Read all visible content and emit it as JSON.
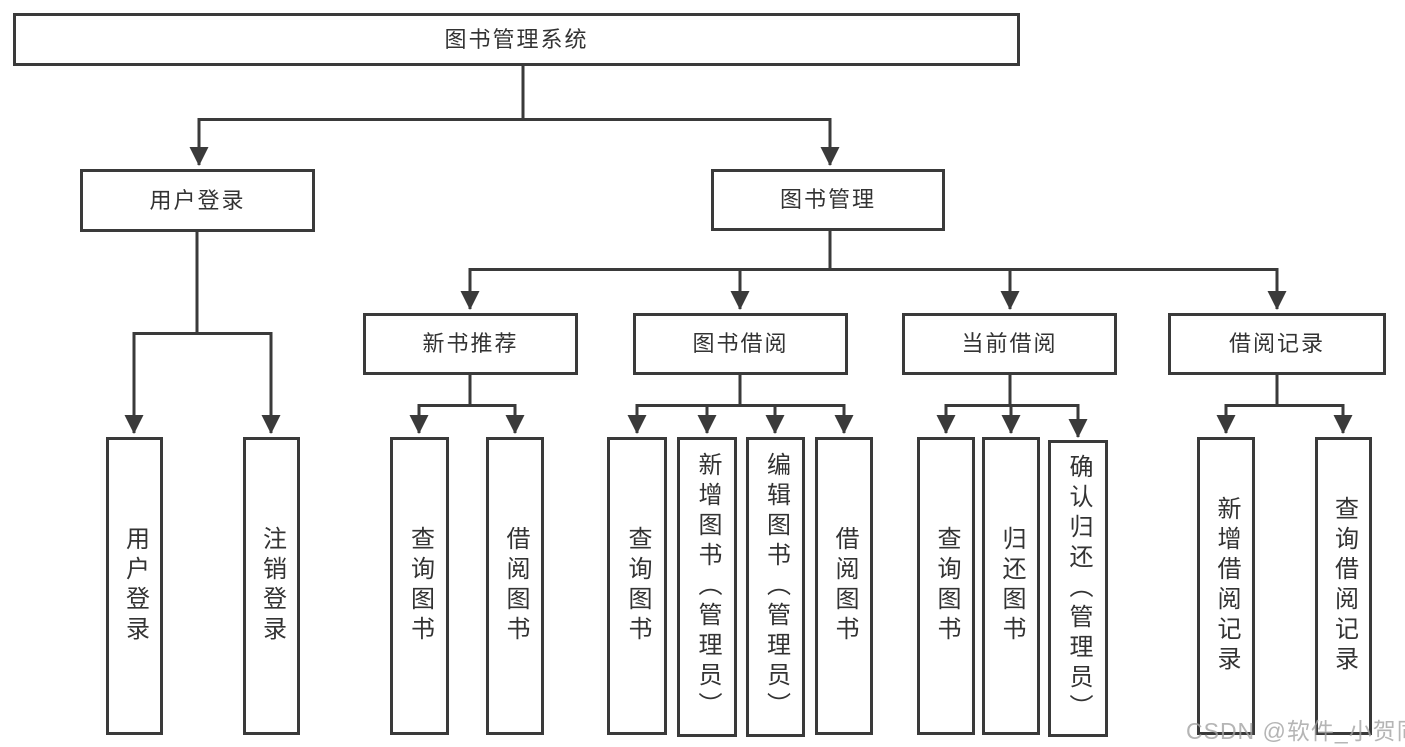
{
  "diagram_title": "图书管理系统",
  "tree": {
    "label": "图书管理系统",
    "children": [
      {
        "label": "用户登录",
        "children": [
          {
            "label": "用户登录"
          },
          {
            "label": "注销登录"
          }
        ]
      },
      {
        "label": "图书管理",
        "children": [
          {
            "label": "新书推荐",
            "children": [
              {
                "label": "查询图书"
              },
              {
                "label": "借阅图书"
              }
            ]
          },
          {
            "label": "图书借阅",
            "children": [
              {
                "label": "查询图书"
              },
              {
                "label": "新增图书（管理员）"
              },
              {
                "label": "编辑图书（管理员）"
              },
              {
                "label": "借阅图书"
              }
            ]
          },
          {
            "label": "当前借阅",
            "children": [
              {
                "label": "查询图书"
              },
              {
                "label": "归还图书"
              },
              {
                "label": "确认归还（管理员）"
              }
            ]
          },
          {
            "label": "借阅记录",
            "children": [
              {
                "label": "新增借阅记录"
              },
              {
                "label": "查询借阅记录"
              }
            ]
          }
        ]
      }
    ]
  },
  "watermark": {
    "text": "CSDN @软件_小贺同学"
  },
  "colors": {
    "line": "#3a3a3a",
    "text": "#333333",
    "box_background": "#ffffff",
    "watermark": "#a3a3a3"
  }
}
